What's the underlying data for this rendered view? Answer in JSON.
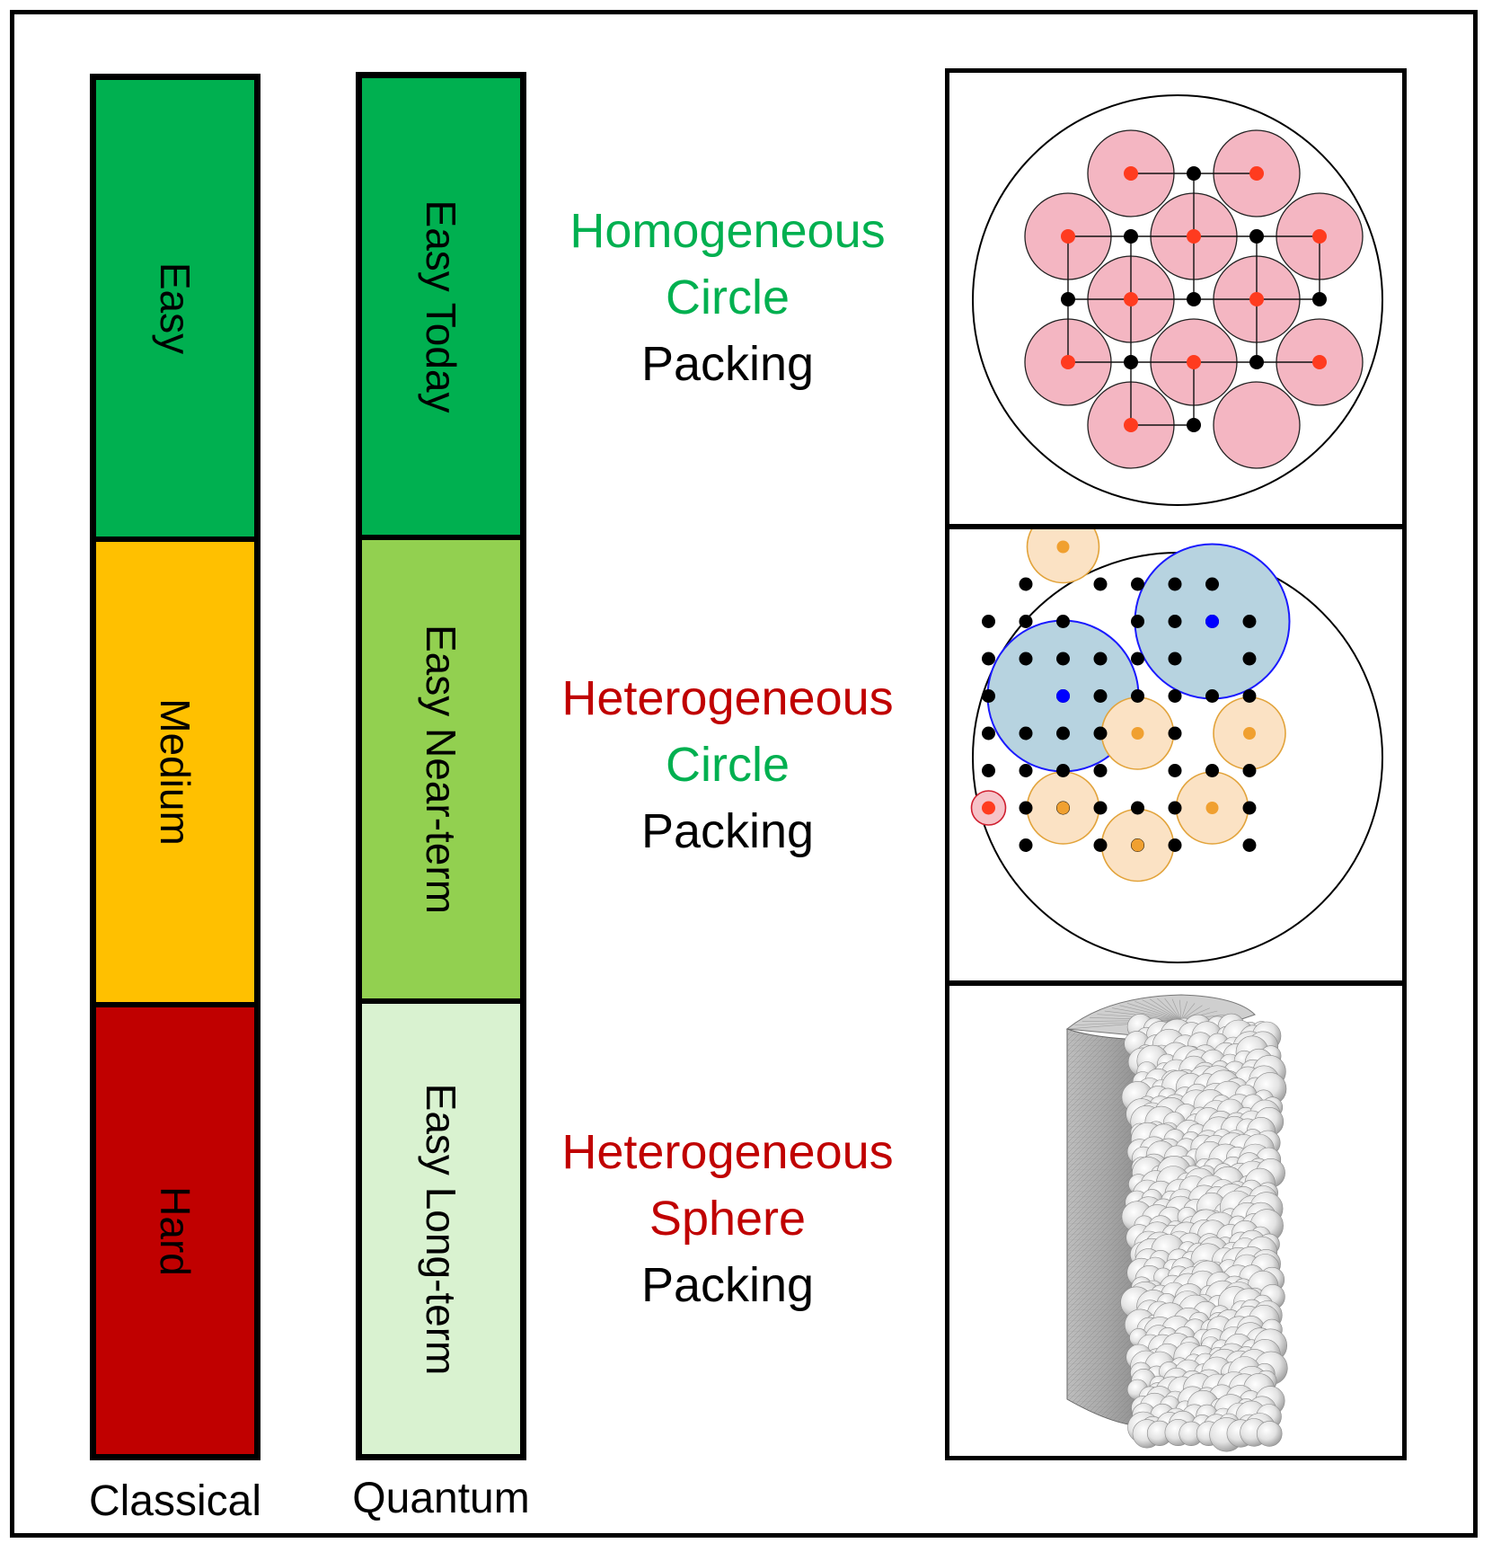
{
  "classical": {
    "caption": "Classical",
    "segments": [
      {
        "label": "Easy",
        "color": "#00b050"
      },
      {
        "label": "Medium",
        "color": "#ffc000"
      },
      {
        "label": "Hard",
        "color": "#c00000"
      }
    ]
  },
  "quantum": {
    "caption": "Quantum",
    "segments": [
      {
        "label": "Easy Today",
        "color": "#00b050"
      },
      {
        "label": "Easy Near-term",
        "color": "#92d050"
      },
      {
        "label": "Easy Long-term",
        "color": "#d9f2d0"
      }
    ]
  },
  "problems": [
    {
      "line1": "Homogeneous",
      "line2": "Circle",
      "line3": "Packing",
      "colors": [
        "#00b050",
        "#00b050",
        "#000000"
      ]
    },
    {
      "line1": "Heterogeneous",
      "line2": "Circle",
      "line3": "Packing",
      "colors": [
        "#c00000",
        "#00b050",
        "#000000"
      ]
    },
    {
      "line1": "Heterogeneous",
      "line2": "Sphere",
      "line3": "Packing",
      "colors": [
        "#c00000",
        "#c00000",
        "#000000"
      ]
    }
  ],
  "palette": {
    "pink_circle": "#f4b6c2",
    "red_dot": "#ff3b1f",
    "blue_circle": "#b7d3e0",
    "blue_dot": "#0000ff",
    "orange_circle": "#fbe2c4",
    "orange_dot": "#f0a030",
    "sphere": "#e0e0e0"
  }
}
